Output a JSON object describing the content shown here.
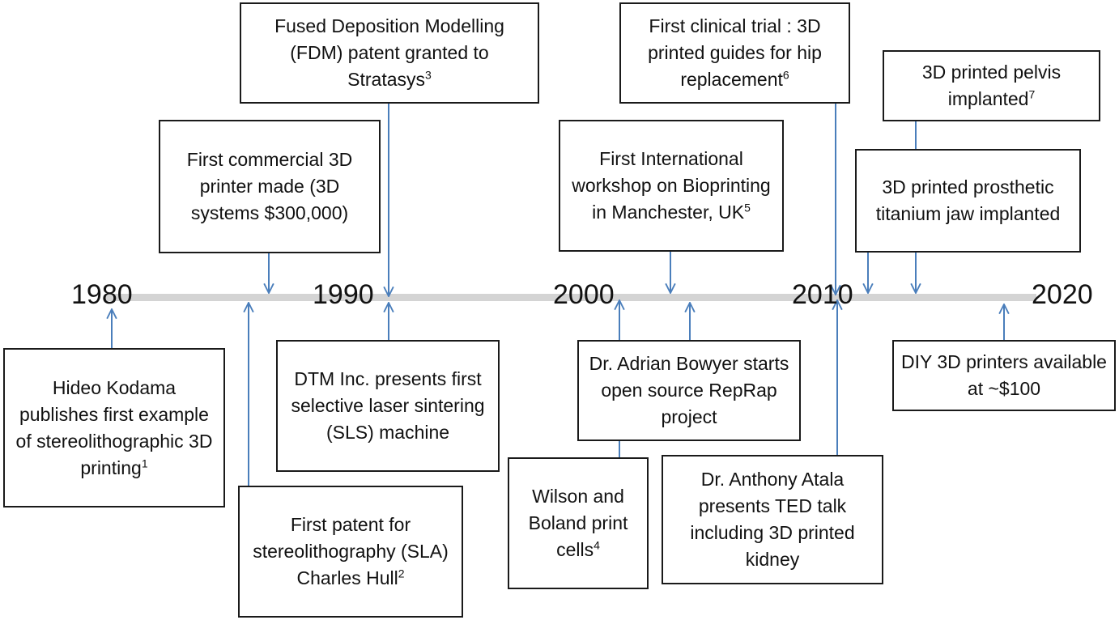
{
  "colors": {
    "arrow": "#4a7ebb",
    "axis": "#d4d4d4",
    "box_border": "#1a1a1a",
    "text": "#111111"
  },
  "timeline": {
    "years": [
      "1980",
      "1990",
      "2000",
      "2010",
      "2020"
    ]
  },
  "events": [
    {
      "id": "kodama",
      "text": "Hideo Kodama publishes  first example of stereolithographic 3D printing",
      "ref": "1"
    },
    {
      "id": "hull",
      "text": "First patent for stereolithography (SLA) Charles Hull",
      "ref": "2"
    },
    {
      "id": "first-commercial",
      "text": "First commercial 3D printer made (3D systems $300,000)",
      "ref": ""
    },
    {
      "id": "fdm",
      "text": "Fused Deposition Modelling (FDM) patent granted to Stratasys",
      "ref": "3"
    },
    {
      "id": "dtm",
      "text": "DTM Inc. presents first selective laser sintering (SLS) machine",
      "ref": ""
    },
    {
      "id": "wilson",
      "text": "Wilson and Boland print cells",
      "ref": "4"
    },
    {
      "id": "bioprinting",
      "text": "First International workshop on Bioprinting in Manchester, UK",
      "ref": "5"
    },
    {
      "id": "bowyer",
      "text": "Dr. Adrian Bowyer starts open source RepRap project",
      "ref": ""
    },
    {
      "id": "clinical",
      "text": "First clinical trial : 3D printed guides for hip replacement",
      "ref": "6"
    },
    {
      "id": "atala",
      "text": "Dr. Anthony Atala presents TED talk including 3D printed kidney",
      "ref": ""
    },
    {
      "id": "pelvis",
      "text": "3D printed pelvis implanted",
      "ref": "7"
    },
    {
      "id": "jaw",
      "text": "3D printed prosthetic titanium jaw implanted",
      "ref": ""
    },
    {
      "id": "diy",
      "text": "DIY 3D printers available at ~$100",
      "ref": ""
    }
  ]
}
